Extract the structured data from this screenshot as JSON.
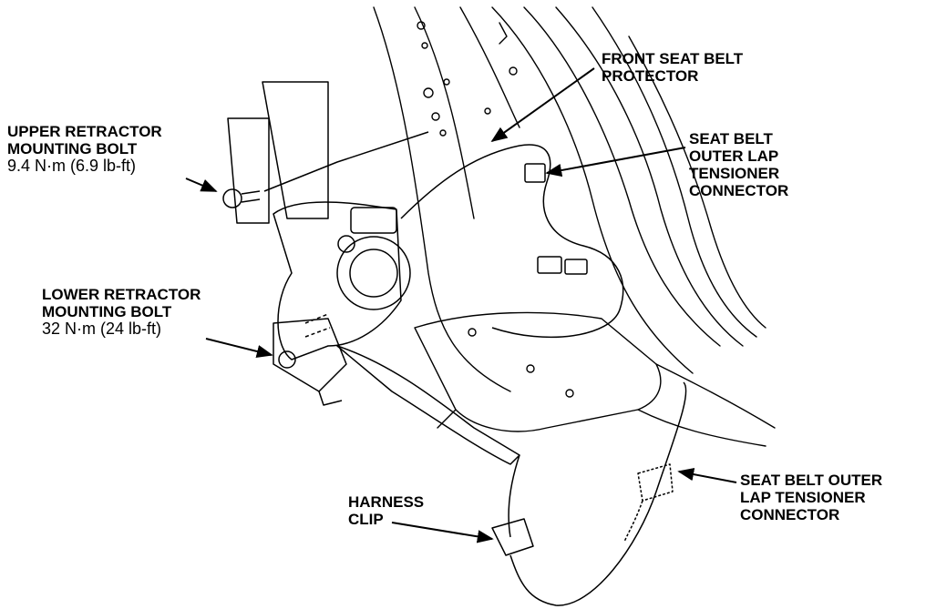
{
  "labels": {
    "front_protector": [
      "FRONT SEAT BELT",
      "PROTECTOR"
    ],
    "upper_bolt": [
      "UPPER RETRACTOR",
      "MOUNTING BOLT"
    ],
    "upper_torque": "9.4 N·m (6.9 lb-ft)",
    "lap_connector_upper": [
      "SEAT BELT",
      "OUTER LAP",
      "TENSIONER",
      "CONNECTOR"
    ],
    "lower_bolt": [
      "LOWER RETRACTOR",
      "MOUNTING BOLT"
    ],
    "lower_torque": "32 N·m (24 lb-ft)",
    "harness_clip": [
      "HARNESS",
      "CLIP"
    ],
    "lap_connector_lower": [
      "SEAT BELT OUTER",
      "LAP TENSIONER",
      "CONNECTOR"
    ]
  },
  "colors": {
    "line": "#000000",
    "background": "#ffffff"
  }
}
